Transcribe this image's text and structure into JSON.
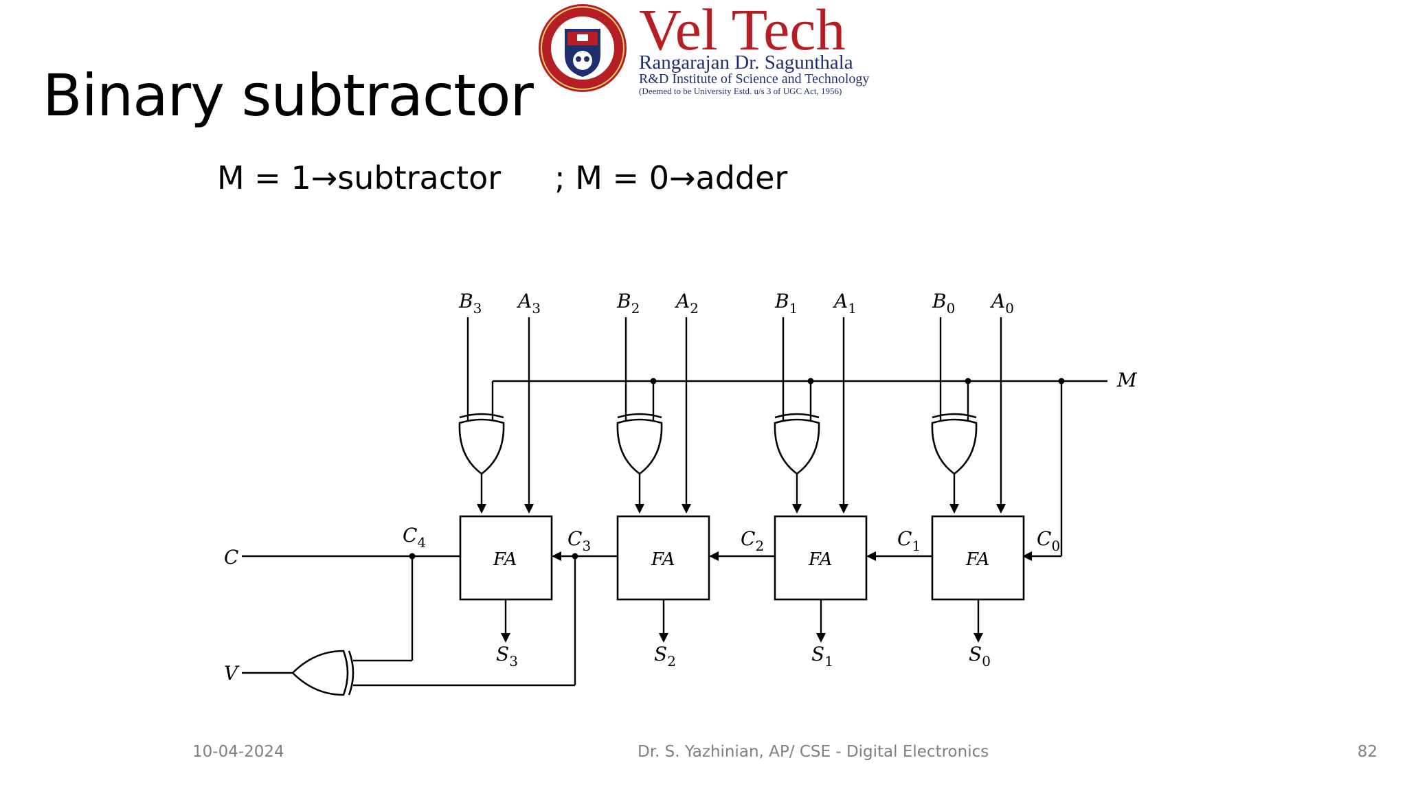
{
  "slide": {
    "title": "Binary subtractor",
    "subtitle_part1": "M = 1→subtractor",
    "subtitle_part2": "; M = 0→adder"
  },
  "logo": {
    "brand": "Vel Tech",
    "line1": "Rangarajan Dr. Sagunthala",
    "line2": "R&D Institute of Science and Technology",
    "line3": "(Deemed to be University Estd. u/s 3 of UGC Act, 1956)",
    "colors": {
      "brand_red": "#b51f24",
      "navy": "#1f2f6e"
    }
  },
  "diagram": {
    "stages": [
      {
        "b_label": "B",
        "b_sub": "3",
        "a_label": "A",
        "a_sub": "3",
        "fa_label": "FA",
        "s_label": "S",
        "s_sub": "3"
      },
      {
        "b_label": "B",
        "b_sub": "2",
        "a_label": "A",
        "a_sub": "2",
        "fa_label": "FA",
        "s_label": "S",
        "s_sub": "2"
      },
      {
        "b_label": "B",
        "b_sub": "1",
        "a_label": "A",
        "a_sub": "1",
        "fa_label": "FA",
        "s_label": "S",
        "s_sub": "1"
      },
      {
        "b_label": "B",
        "b_sub": "0",
        "a_label": "A",
        "a_sub": "0",
        "fa_label": "FA",
        "s_label": "S",
        "s_sub": "0"
      }
    ],
    "carries": [
      {
        "label": "C",
        "sub": "4"
      },
      {
        "label": "C",
        "sub": "3"
      },
      {
        "label": "C",
        "sub": "2"
      },
      {
        "label": "C",
        "sub": "1"
      },
      {
        "label": "C",
        "sub": "0"
      }
    ],
    "mode_label": "M",
    "carry_out_label": "C",
    "overflow_label": "V"
  },
  "footer": {
    "date": "10-04-2024",
    "author": "Dr. S. Yazhinian, AP/ CSE - Digital Electronics",
    "page": "82"
  }
}
